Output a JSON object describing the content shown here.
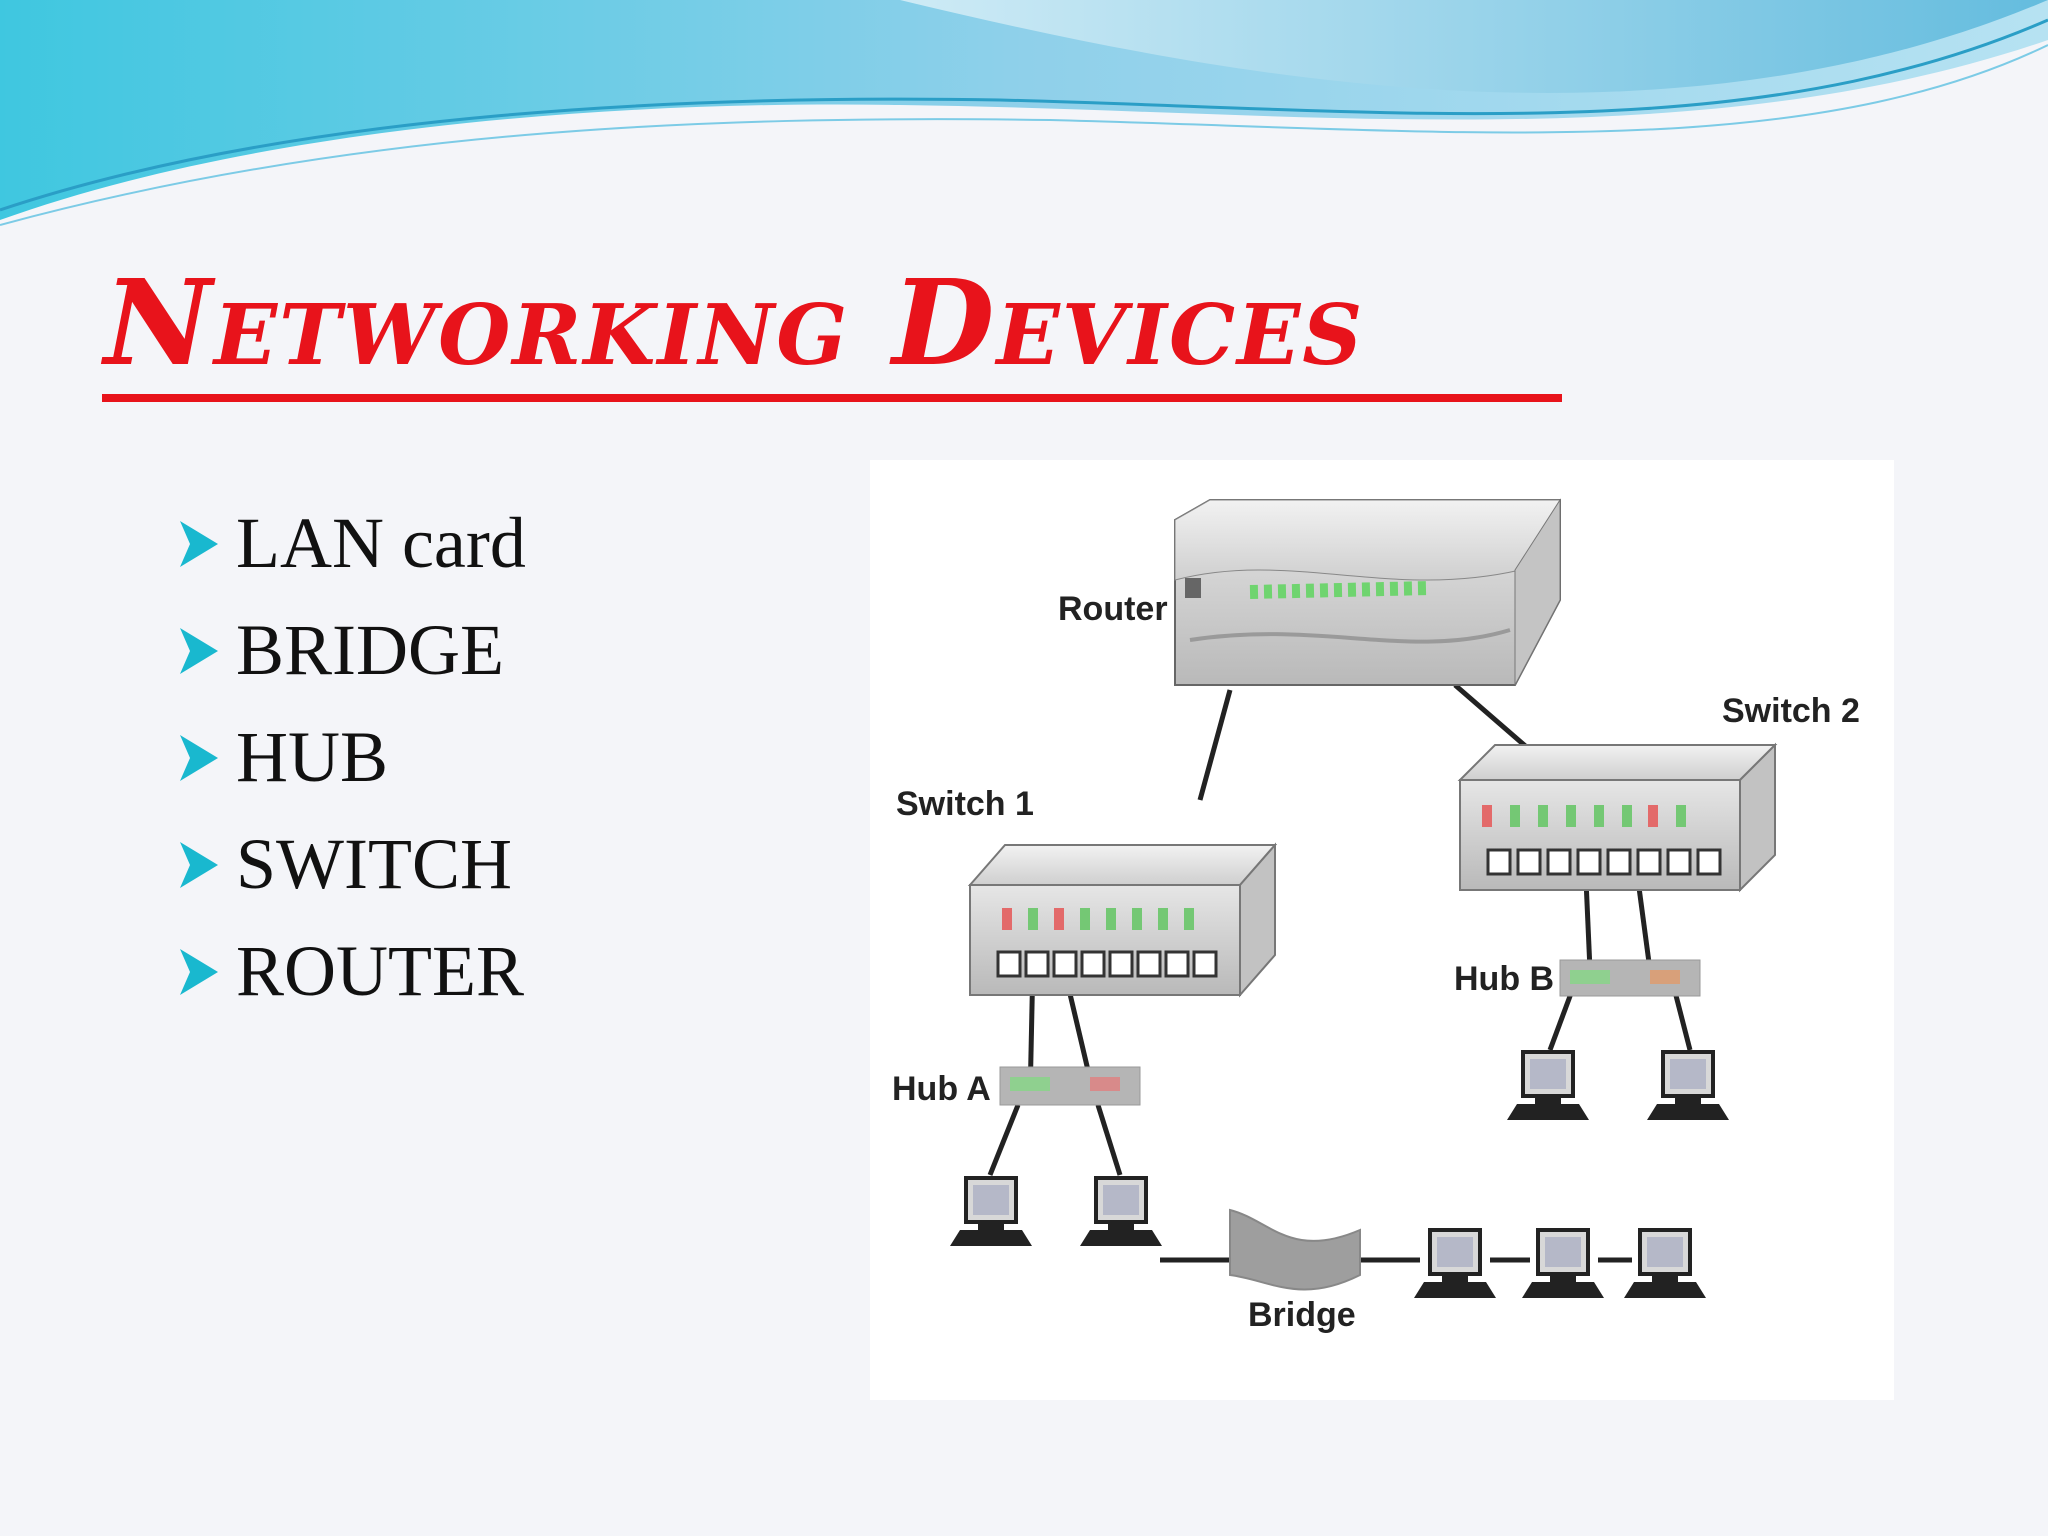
{
  "slide": {
    "title": "Networking Devices",
    "bullets": [
      "LAN card",
      "BRIDGE",
      "HUB",
      "SWITCH",
      "ROUTER"
    ]
  },
  "diagram": {
    "labels": {
      "router": "Router",
      "switch1": "Switch 1",
      "switch2": "Switch 2",
      "hubA": "Hub A",
      "hubB": "Hub B",
      "bridge": "Bridge"
    }
  },
  "colors": {
    "title": "#e8131b",
    "bullet_arrow": "#19b8cf",
    "wave_light": "#a8dcef",
    "wave_dark": "#4fb3d8"
  }
}
